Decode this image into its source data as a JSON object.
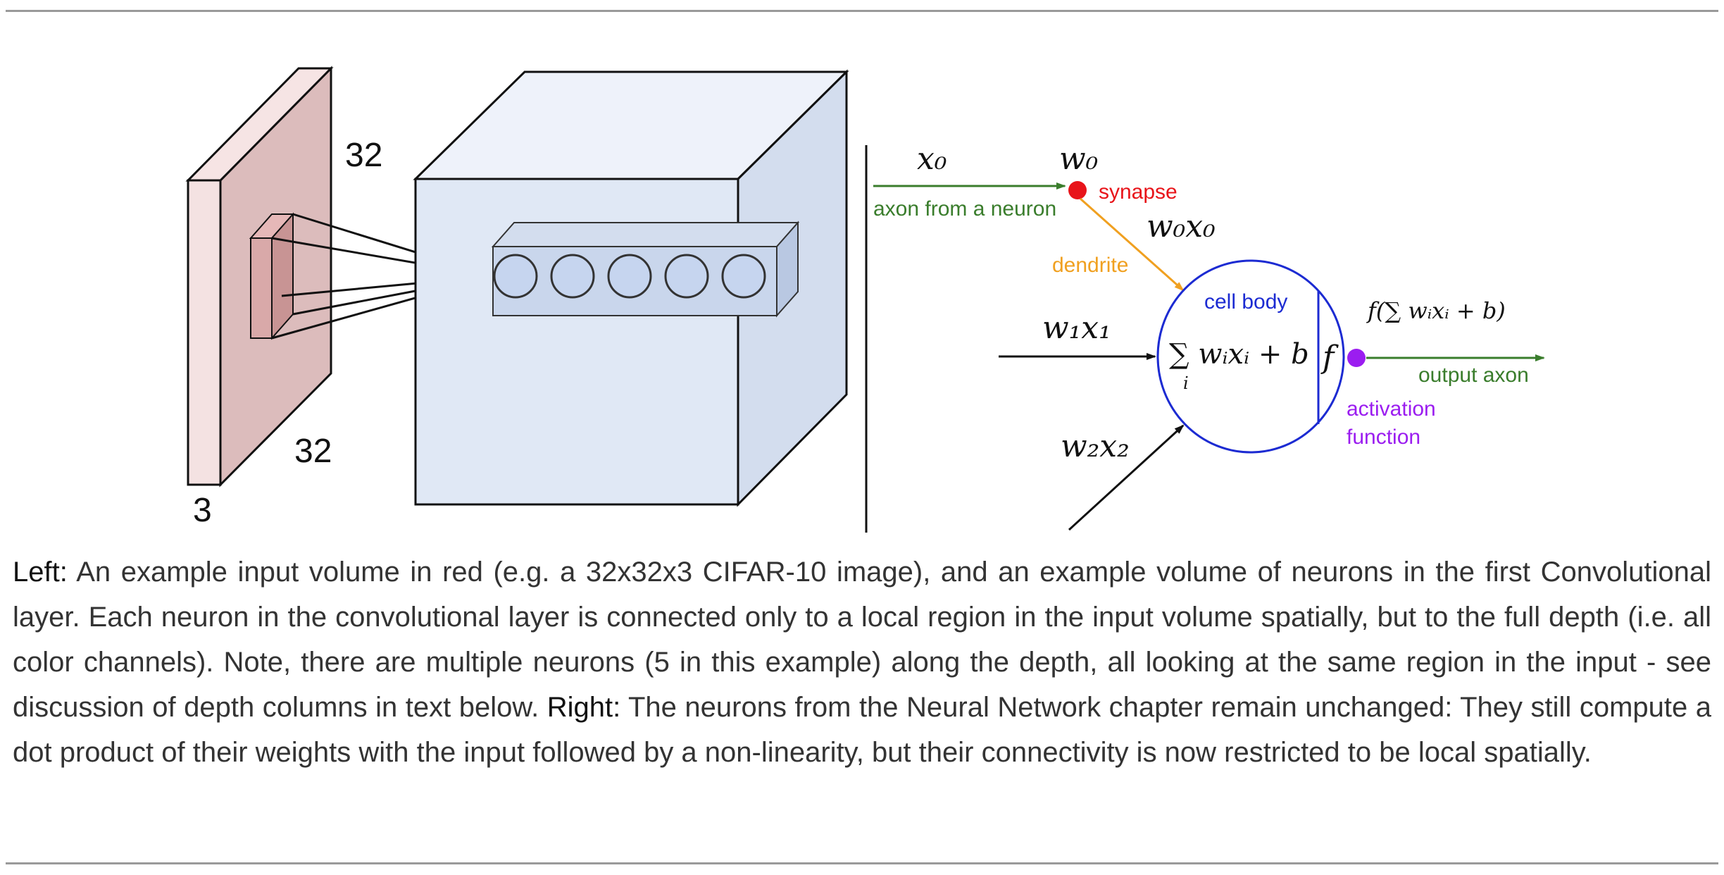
{
  "figure": {
    "left": {
      "dims": {
        "height": "32",
        "width": "32",
        "depth": "3"
      },
      "neuron_count": 5
    },
    "right": {
      "x0": "x₀",
      "w0": "w₀",
      "axon_from_neuron": "axon from a neuron",
      "synapse": "synapse",
      "w0x0": "w₀x₀",
      "dendrite": "dendrite",
      "cell_body": "cell body",
      "w1x1": "w₁x₁",
      "w2x2": "w₂x₂",
      "sum_expr": "∑ wᵢxᵢ + b",
      "sum_index": "i",
      "f_symbol": "f",
      "output_expr": "f(∑ wᵢxᵢ + b)",
      "output_axon": "output axon",
      "activation_line1": "activation",
      "activation_line2": "function"
    },
    "colors": {
      "input_volume": "#f3d9d9",
      "neuron_volume": "#dfe8f6",
      "axon": "#3a7d2c",
      "synapse": "#e8141a",
      "dendrite": "#f0a020",
      "cell_body": "#1c2bd2",
      "activation": "#9b1df0"
    }
  },
  "caption": {
    "left_label": "Left:",
    "left_text": " An example input volume in red (e.g. a 32x32x3 CIFAR-10 image), and an example volume of neurons in the first Convolutional layer. Each neuron in the convolutional layer is connected only to a local region in the input volume spatially, but to the full depth (i.e. all color channels). Note, there are multiple neurons (5 in this example) along the depth, all looking at the same region in the input - see discussion of depth columns in text below. ",
    "right_label": "Right:",
    "right_text": " The neurons from the Neural Network chapter remain unchanged: They still compute a dot product of their weights with the input followed by a non-linearity, but their connectivity is now restricted to be local spatially."
  }
}
